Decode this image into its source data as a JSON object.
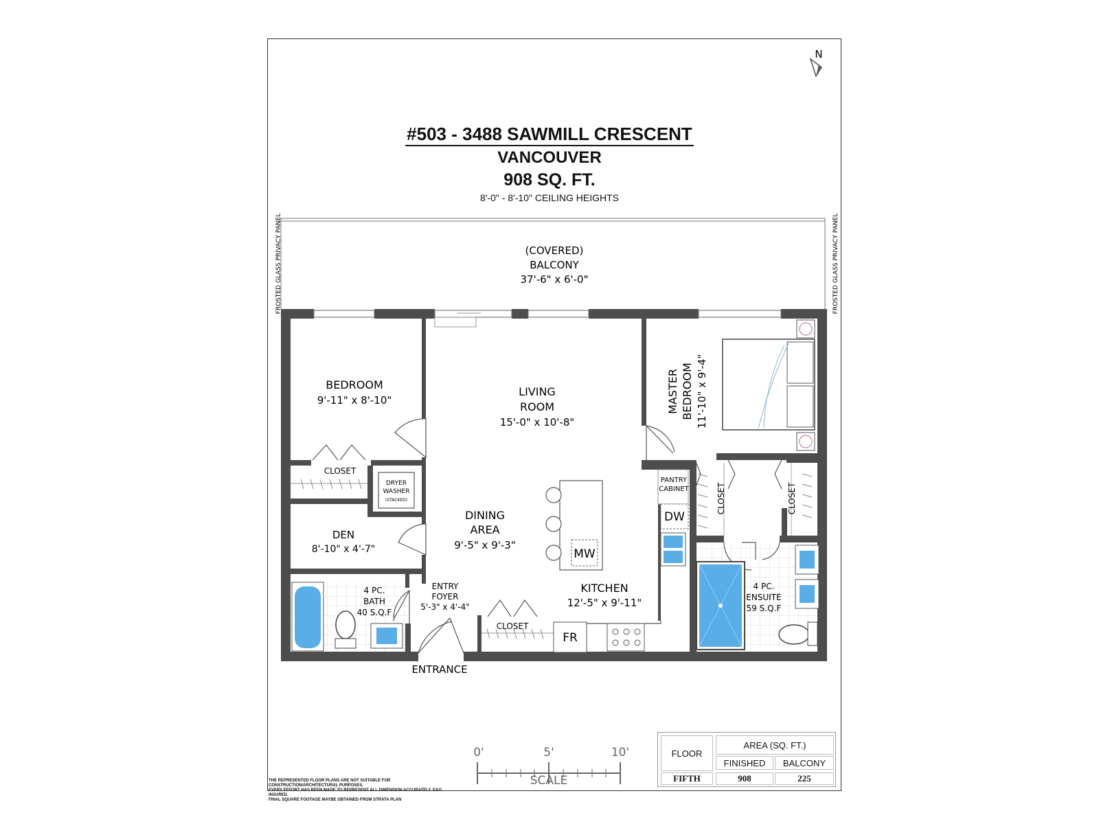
{
  "header": {
    "address": "#503 - 3488 SAWMILL CRESCENT",
    "city": "VANCOUVER",
    "area": "908 SQ. FT.",
    "ceiling": "8'-0\" - 8'-10\" CEILING HEIGHTS"
  },
  "north": "N",
  "privacy_panel": "FROSTED GLASS PRIVACY PANEL",
  "balcony": {
    "line1": "(COVERED)",
    "line2": "BALCONY",
    "dims": "37'-6\" x 6'-0\""
  },
  "bedroom": {
    "name": "BEDROOM",
    "dims": "9'-11\" x 8'-10\""
  },
  "living": {
    "line1": "LIVING",
    "line2": "ROOM",
    "dims": "15'-0\" x 10'-8\""
  },
  "master": {
    "line1": "MASTER",
    "line2": "BEDROOM",
    "dims": "11'-10\" x 9'-4\""
  },
  "closet_bed": "CLOSET",
  "laundry": {
    "line1": "DRYER",
    "line2": "WASHER",
    "line3": "(STACKED)"
  },
  "dining": {
    "line1": "DINING",
    "line2": "AREA",
    "dims": "9'-5\" x 9'-3\""
  },
  "den": {
    "name": "DEN",
    "dims": "8'-10\" x 4'-7\""
  },
  "pantry": {
    "line1": "PANTRY",
    "line2": "CABINET"
  },
  "dw": "DW",
  "mw": "MW",
  "fr": "FR",
  "kitchen": {
    "name": "KITCHEN",
    "dims": "12'-5\" x 9'-11\""
  },
  "bath": {
    "line1": "4 PC.",
    "line2": "BATH",
    "line3": "40 S.Q.F"
  },
  "foyer": {
    "line1": "ENTRY",
    "line2": "FOYER",
    "dims": "5'-3\" x 4'-4\""
  },
  "closet_entry": "CLOSET",
  "closet_master_left": "CLOSET",
  "closet_master_right": "CLOSET",
  "ensuite": {
    "line1": "4 PC.",
    "line2": "ENSUITE",
    "line3": "59 S.Q.F"
  },
  "entrance": "ENTRANCE",
  "scale": {
    "t0": "0'",
    "t5": "5'",
    "t10": "10'",
    "label": "SCALE"
  },
  "disclaimer": {
    "line1": "THE REPRESENTED FLOOR PLANS ARE NOT SUITABLE FOR CONSTRUCTION/ARCHITECTURAL PURPOSES.",
    "line2": "EVERY EFFORT HAS BEEN MADE TO REPRESENT ALL DIMENSION ACCURATELY. E&O INSURED.",
    "line3": "FINAL SQUARE FOOTAGE MAYBE OBTAINED FROM STRATA PLAN"
  },
  "table": {
    "floor_header": "FLOOR",
    "area_header": "AREA (SQ. FT.)",
    "finished_header": "FINISHED",
    "balcony_header": "BALCONY",
    "floor": "FIFTH",
    "finished": "908",
    "balcony": "225"
  },
  "colors": {
    "wall": "#4d4d4d",
    "fixture": "#5aaee8",
    "background": "#ffffff"
  }
}
